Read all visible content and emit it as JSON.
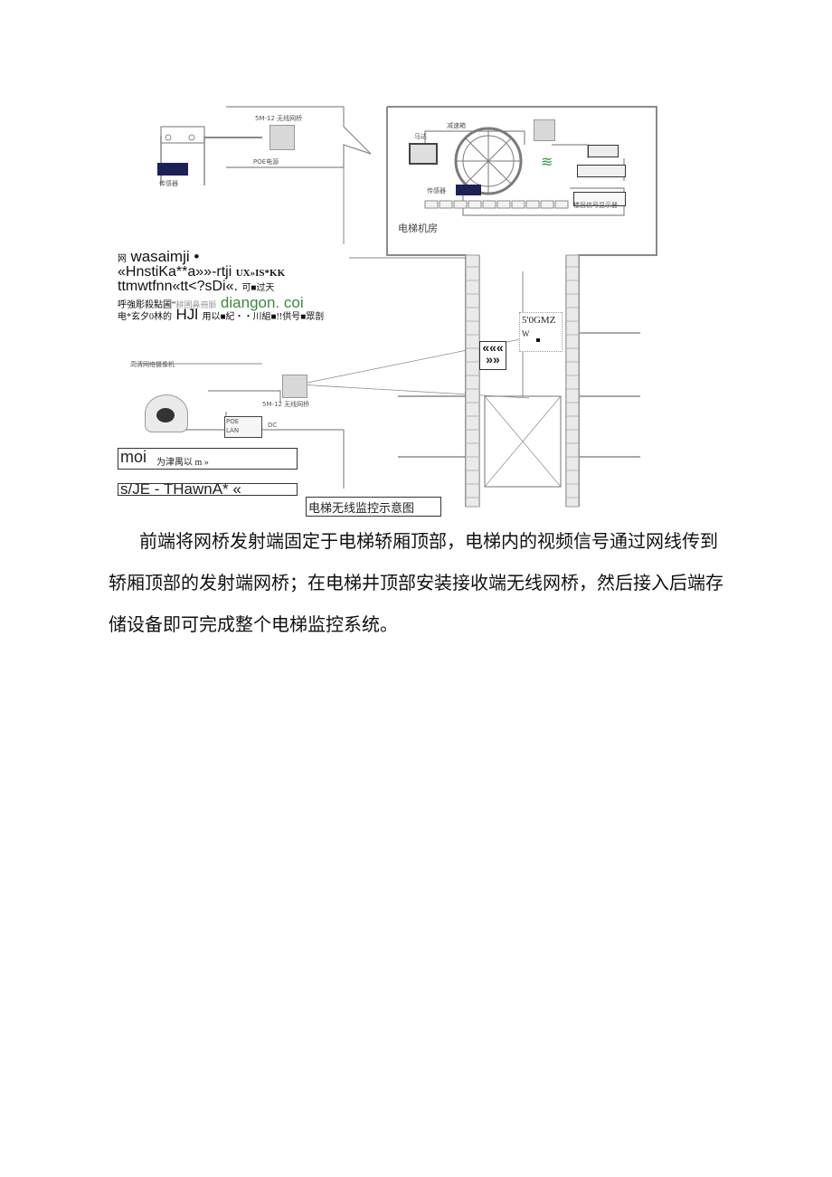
{
  "diagram": {
    "top_left": {
      "bridge_label": "5M-12 无线网桥",
      "poe_label": "POE电源",
      "sensor_label": "传感器"
    },
    "machine_room": {
      "title": "电梯机房",
      "motor_label": "马达",
      "reducer_label": "减速箱",
      "sensor_label": "传感器",
      "display_label": "楼层信号显示器"
    },
    "ocr_noise": {
      "line1_prefix": "网",
      "line1": "wasaimji •",
      "line2a": "«HnstiKa**a»»-rtji",
      "line2b": "UX»IS*KK",
      "line3a": "ttmwtfnn«tt<?sDi«.",
      "line3b": "可■过天",
      "line4a": "呼強彫殺點圃“",
      "line4b": "耕圃鼻冊脈",
      "line4c": "diangon. coi",
      "line5a": "电*玄夕0林的",
      "line5b": "HJl",
      "line5c": "用以■紀・・川組■!!供号■眾剖"
    },
    "freq_box": {
      "line1": "5'0GMZ",
      "line2": "W"
    },
    "arrow_box": {
      "line1": "«««",
      "line2": "»»"
    },
    "bottom_left": {
      "header": "高清网络摄像机",
      "bridge_label": "5M-12 无线网桥",
      "poe_in": "POE",
      "lan": "LAN",
      "dc": "DC"
    },
    "moi_box": {
      "big": "moi",
      "small": "为津禺以  m »"
    },
    "cut_box": {
      "text": "s/JE - THawnA* «"
    },
    "caption": "电梯无线监控示意图"
  },
  "body": {
    "paragraph": "前端将网桥发射端固定于电梯轿厢顶部，电梯内的视频信号通过网线传到轿厢顶部的发射端网桥；在电梯井顶部安装接收端无线网桥，然后接入后端存储设备即可完成整个电梯监控系统。"
  }
}
